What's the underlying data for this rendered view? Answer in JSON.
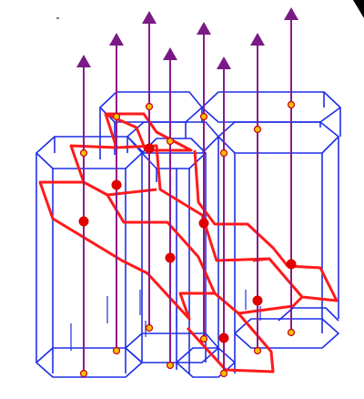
{
  "colors": {
    "prism_edge": "#1f2fe6",
    "slice_outline": "#ff1a1a",
    "vector_line": "#8a1c8a",
    "vector_head": "#7a1a86",
    "node_fill_large": "#e00000",
    "node_fill_small": "#f5c000",
    "node_stroke_small": "#c8001a",
    "corner_mark": "#000000"
  },
  "figure": {
    "description_tokens": [
      "hexagonal-prism-lattice",
      "oblique-cut-plane",
      "vertical-vector-field"
    ]
  }
}
